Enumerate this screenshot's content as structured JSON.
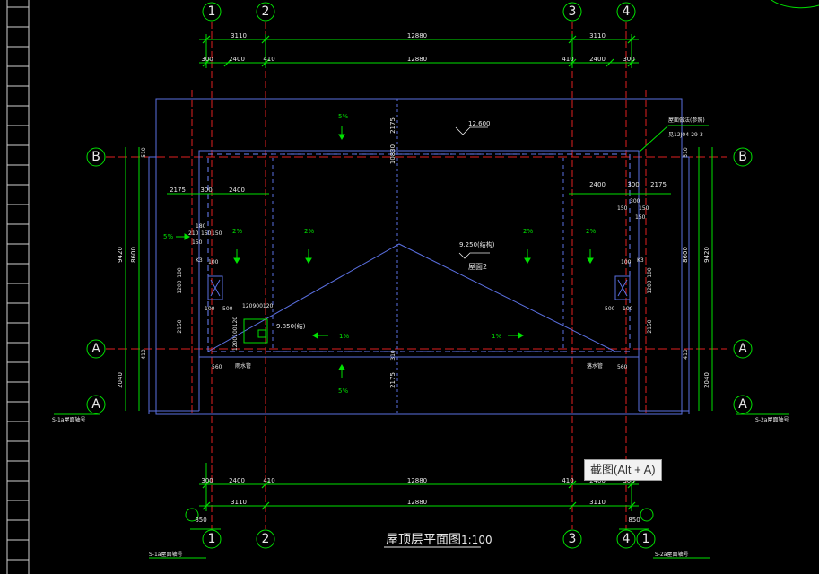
{
  "grid_axes": {
    "top": [
      "1",
      "2",
      "3",
      "4"
    ],
    "bottom": [
      "1",
      "2",
      "3",
      "4",
      "1"
    ],
    "left": [
      "B",
      "A",
      "A"
    ],
    "right": [
      "B",
      "A",
      "A"
    ]
  },
  "dims_top": {
    "row1": [
      "3110",
      "12880",
      "3110"
    ],
    "row2": [
      "300",
      "2400",
      "410",
      "12880",
      "410",
      "2400",
      "300"
    ]
  },
  "dims_bottom": {
    "row1": [
      "300",
      "2400",
      "410",
      "12880",
      "410",
      "2400",
      "300"
    ],
    "row2": [
      "3110",
      "12880",
      "3110"
    ],
    "row3_left": "850",
    "row3_right": "850"
  },
  "side_dims": {
    "left_outer": "9420",
    "left_inner": "8600",
    "right_outer": "9420",
    "right_inner": "8600",
    "left_lower": "2040",
    "right_lower": "2040",
    "left_small_1": "510",
    "left_small_2": "410",
    "right_small_1": "510",
    "right_small_2": "410",
    "left_mid_1": "1200",
    "left_mid_2": "100",
    "left_mid_3": "2150",
    "right_mid_1": "1200",
    "right_mid_2": "100",
    "right_mid_3": "2150"
  },
  "plan_text": {
    "elev_top": "12.600",
    "elev_center": "9.250(结构)",
    "elev_drain": "9.850(结)",
    "roof_label": "屋面2",
    "pct_5_top": "5%",
    "pct_5_bottom": "5%",
    "pct_5_left": "5%",
    "pct_2_a": "2%",
    "pct_2_b": "2%",
    "pct_2_c": "2%",
    "pct_2_d": "2%",
    "pct_1_left": "1%",
    "pct_1_right": "1%",
    "center_dim_top": "2175",
    "center_dim_mid": "10830",
    "center_dim_bottom": "2175",
    "center_small": "310",
    "note_right_1": "屋面做法(参照)",
    "note_right_2": "见12J04-29-3",
    "left_row": [
      "2175",
      "300",
      "2400"
    ],
    "right_row": [
      "2400",
      "300",
      "2175"
    ],
    "left_stack": [
      "180",
      "210",
      "150",
      "150",
      "150"
    ],
    "right_stack": [
      "300",
      "150",
      "150",
      "150"
    ],
    "k3_left": "K3",
    "k3_right": "K3",
    "hundred_left": "100",
    "hundred_right": "100",
    "left_bottom_pair": [
      "100",
      "500"
    ],
    "right_bottom_pair": [
      "500",
      "100"
    ],
    "drain_dims_1": "120900120",
    "drain_dims_2": "1200100120",
    "gutter_left": "雨水管",
    "gutter_right": "落水管",
    "small_560_left": "560",
    "small_560_right": "560"
  },
  "section_marks": {
    "s1_left": "S-1a屋面轴号",
    "s2_right": "S-2a屋面轴号",
    "s1_bottom": "S-1a屋面轴号",
    "s2_bottom": "S-2a屋面轴号"
  },
  "title": {
    "main": "屋顶层平面图",
    "scale": "1:100"
  },
  "tooltip": {
    "text": "截图(Alt + A)"
  },
  "colors": {
    "background": "#000000",
    "dimension_green": "#00e000",
    "axis_red": "#e02020",
    "outline_blue": "#5a6fe0",
    "text_white": "#e8e8e8"
  }
}
